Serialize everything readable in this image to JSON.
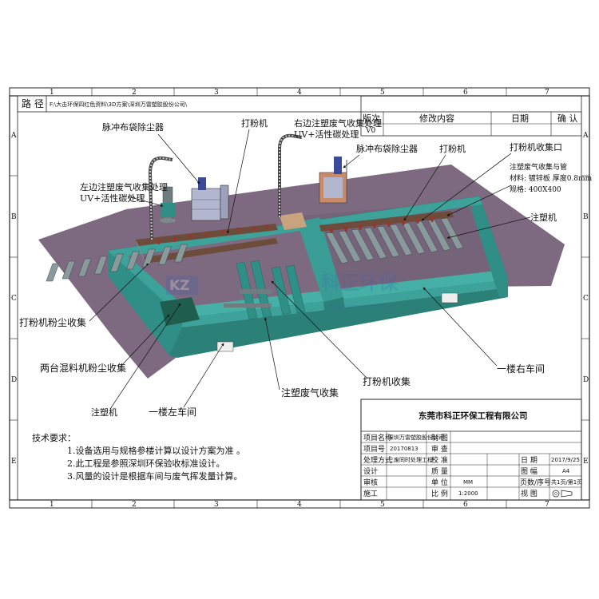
{
  "path_bar": {
    "label": "路 径",
    "value": "F:\\大击环保四红色资料\\3D方案\\深圳万雷塑胶股份公司\\"
  },
  "grid": {
    "columns": [
      "1",
      "2",
      "3",
      "4",
      "5",
      "6",
      "7"
    ],
    "rows": [
      "A",
      "B",
      "C",
      "D",
      "E"
    ]
  },
  "revision_table": {
    "headers": {
      "version": "版次",
      "content": "修改内容",
      "date": "日期",
      "confirm": "确 认"
    },
    "rows": [
      {
        "version": "V0",
        "content": "",
        "date": "",
        "confirm": ""
      }
    ]
  },
  "callouts": {
    "left_treatment": [
      "左边注塑废气收集处理",
      "UV+活性碳处理"
    ],
    "pulse_dust_left": "脉冲布袋除尘器",
    "powder_top_left": "打粉机",
    "right_treatment": [
      "右边注塑废气收集处理",
      "UV+活性碳处理"
    ],
    "pulse_dust_right": "脉冲布袋除尘器",
    "powder_top_right": "打粉机",
    "powder_collect_port": "打粉机收集口",
    "pipe_spec": [
      "注塑废气收集与管",
      "材料: 镀锌板 厚度0.8mm",
      "规格: 400X400"
    ],
    "injection_machine_right": "注塑机",
    "powder_dust_collection": "打粉机粉尘收集",
    "mixer_dust_collection": "两台混料机粉尘收集",
    "powder_collection_bottom": "打粉机收集",
    "floor1_right_workshop": "一楼右车间",
    "injection_exhaust_collection": "注塑废气收集",
    "injection_machine_bottom": "注塑机",
    "floor1_left_workshop": "一楼左车间"
  },
  "watermark": {
    "logo": "KZ",
    "text": "科正环保",
    "sub": "Environmental"
  },
  "tech_requirements": {
    "title": "技术要求：",
    "items": [
      "1.设备选用与规格参楼计算以设计方案为准 。",
      "2.此工程是参照深圳环保验收标准设计。",
      "3.风量的设计是根据车间与废气挥发量计算。"
    ]
  },
  "title_block": {
    "company": "东莞市科正环保工程有限公司",
    "rows": [
      {
        "label": "项目名称",
        "value": "深圳万雷塑胶股份公司",
        "label2": "制 图",
        "value2": ""
      },
      {
        "label": "项目号",
        "value": "20170813",
        "label2": "审 查",
        "value2": ""
      },
      {
        "label": "处理方式",
        "value": "三废同时处理工程",
        "label2": "校 准",
        "value2": "",
        "label3": "日 期",
        "value3": "2017/9/25"
      },
      {
        "label": "设计",
        "value": "",
        "label2": "质 量",
        "value2": "",
        "label3": "图 幅",
        "value3": "A4"
      },
      {
        "label": "审核",
        "value": "",
        "label2": "单 位",
        "value2": "MM",
        "label3": "页数/序号",
        "value3": "共1页/第1页"
      },
      {
        "label": "施工",
        "value": "",
        "label2": "比 例",
        "value2": "1:2000",
        "label3": "视 图",
        "value3": ""
      }
    ]
  },
  "colors": {
    "floor": "#7e6a80",
    "wall_top": "#3ca29a",
    "wall_side": "#2f8f86",
    "duct": "#7c8a8e",
    "frame": "#222222",
    "dust_unit": "#b2b6cf",
    "fan": "#3a4a98"
  },
  "icons": {
    "projection_symbol": "first-angle-projection-icon"
  }
}
